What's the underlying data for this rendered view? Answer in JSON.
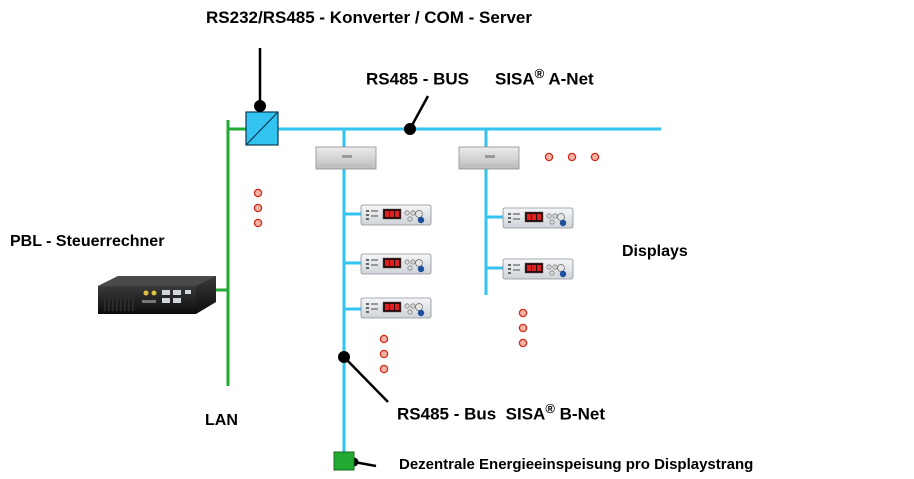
{
  "labels": {
    "converter": "RS232/RS485 - Konverter / COM - Server",
    "rs485_bus_a": "RS485 - BUS",
    "sisa_a_name": "SISA",
    "sisa_a_reg": "®",
    "sisa_a_suffix": " A-Net",
    "pbl": "PBL - Steuerrechner",
    "displays": "Displays",
    "lan": "LAN",
    "rs485_bus_b": "RS485 - Bus  SISA",
    "sisa_b_reg": "®",
    "sisa_b_suffix": " B-Net",
    "feed": "Dezentrale Energieeinspeisung pro Displaystrang"
  },
  "colors": {
    "bus": "#33c3f0",
    "lan": "#22aa33",
    "converter_fill": "#33c3f0",
    "dot_fill": "#f2b3a8",
    "dot_stroke": "#d42a1a",
    "feed_fill": "#22aa33",
    "pointer": "#000000"
  },
  "icons": {
    "converter": "converter-icon",
    "computer": "industrial-pc-icon",
    "controller": "controller-box-icon",
    "display": "display-unit-icon",
    "feed": "power-feed-icon"
  }
}
